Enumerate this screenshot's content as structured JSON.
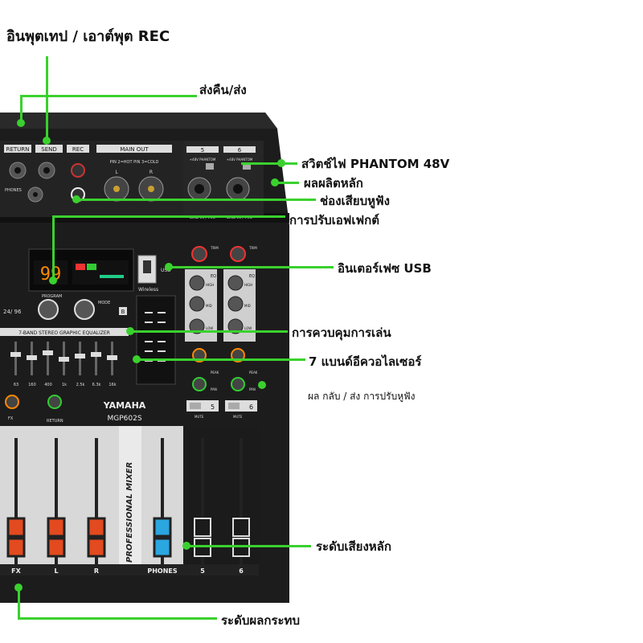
{
  "labels": {
    "tape_io": "อินพุตเทป / เอาต์พุต REC",
    "return_send": "ส่งคืน/ส่ง",
    "phantom": "สวิตช์ไฟ PHANTOM 48V",
    "main_out": "ผลผลิตหลัก",
    "headphone_jack": "ช่องเสียบหูฟัง",
    "effects": "การปรับเอฟเฟกต์",
    "usb": "อินเตอร์เฟซ USB",
    "playback": "การควบคุมการเล่น",
    "eq7": "7 แบนด์อีควอไลเซอร์",
    "return_send_phones": "ผล กลับ / ส่ง การปรับหูฟัง",
    "main_level": "ระดับเสียงหลัก",
    "pad_level": "ระดับผลกระทบ"
  },
  "mixer": {
    "brand": "YAMAHA",
    "model": "MGP602S",
    "side_title": "PROFESSIONAL MIXER",
    "jack_labels": [
      "RETURN",
      "SEND",
      "REC"
    ],
    "main_out_label": "MAIN OUT",
    "pin_label": "PIN 2=HOT  PIN 3=COLD",
    "main_l": "L",
    "main_r": "R",
    "phones_label": "PHONES",
    "ch_numbers": [
      "5",
      "6"
    ],
    "phantom_label": "+48V  PHANTOM",
    "line_mic": "LINE IN / MIC",
    "usb_label": "USB",
    "wireless_label": "Wireless",
    "display_digits": "99",
    "bit_label": "24/ 96",
    "program_label": "PROGRAM",
    "mode_label": "MODE",
    "b_label": "B",
    "geq_title": "7-BAND STEREO GRAPHIC EQUALIZER",
    "geq_freqs": [
      "63",
      "160",
      "400",
      "1k",
      "2.5k",
      "6.3k",
      "16k"
    ],
    "eq_labels": [
      "EQ",
      "HIGH",
      "MID",
      "LOW"
    ],
    "aux_labels": [
      "FX",
      "RETURN"
    ],
    "peak_label": "PEAK",
    "pan_label": "PAN",
    "mute_label": "MUTE",
    "fader_labels": [
      "FX",
      "L",
      "R",
      "PHONES",
      "5",
      "6"
    ],
    "trim_label": "TRIM"
  }
}
